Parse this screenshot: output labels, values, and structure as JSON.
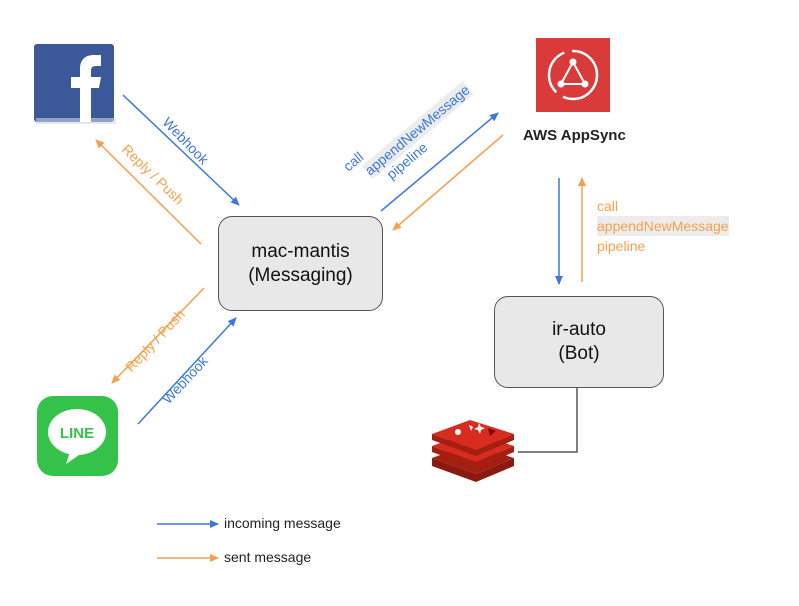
{
  "colors": {
    "incoming": "#3b78d8",
    "sent": "#f6a04d",
    "facebook": "#3b5998",
    "line": "#35c24a",
    "appsync": "#d93a3a",
    "redis": "#c6302b"
  },
  "nodes": {
    "messaging": {
      "name": "mac-mantis",
      "role": "(Messaging)"
    },
    "bot": {
      "name": "ir-auto",
      "role": "(Bot)"
    },
    "appsync": {
      "label": "AWS AppSync"
    },
    "line_logo": {
      "text": "LINE"
    },
    "facebook_logo": {
      "text": "f"
    }
  },
  "edges": {
    "fb_webhook": "Webhook",
    "fb_reply": "Reply / Push",
    "line_webhook": "Webhook",
    "line_reply": "Reply / Push",
    "messaging_to_appsync": {
      "line1": "call",
      "line2": "appendNewMessage",
      "line3": "pipeline"
    },
    "bot_to_appsync": {
      "line1": "call",
      "line2": "appendNewMessage",
      "line3": "pipeline"
    }
  },
  "legend": [
    {
      "label": "incoming message",
      "color": "#3b78d8"
    },
    {
      "label": "sent message",
      "color": "#f6a04d"
    }
  ]
}
